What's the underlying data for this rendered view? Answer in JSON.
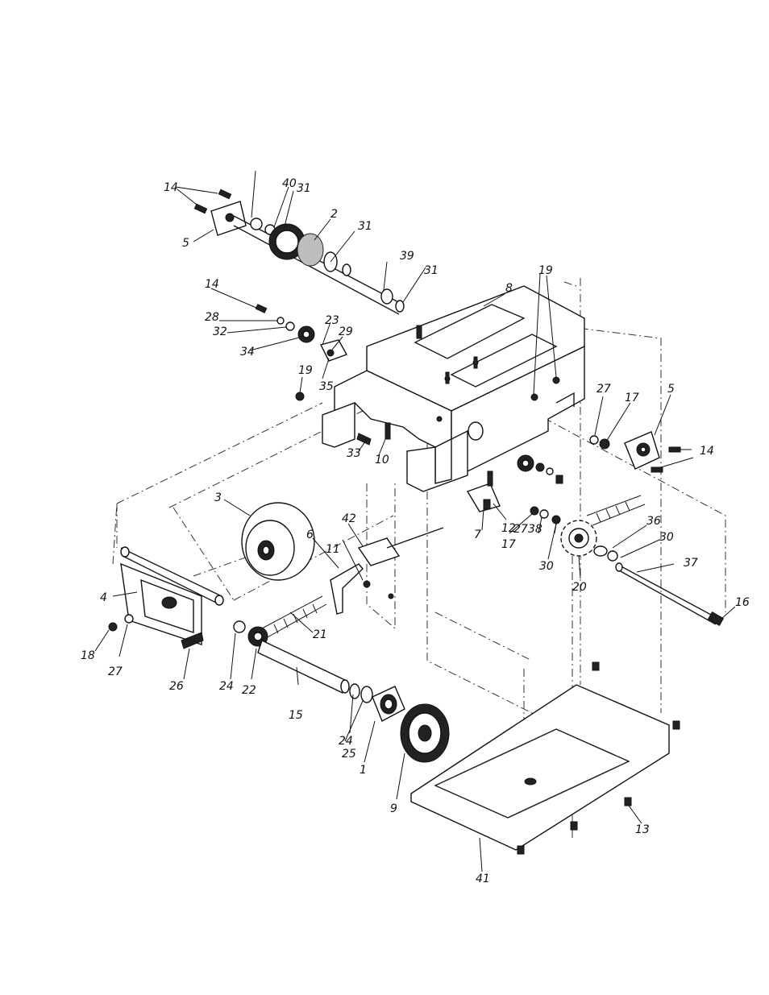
{
  "diagram": {
    "part_labels": [
      "14",
      "40",
      "31",
      "2",
      "31",
      "5",
      "39",
      "31",
      "8",
      "19",
      "14",
      "28",
      "32",
      "23",
      "29",
      "34",
      "19",
      "35",
      "27",
      "17",
      "5",
      "14",
      "33",
      "10",
      "3",
      "42",
      "12",
      "17",
      "27",
      "38",
      "36",
      "30",
      "6",
      "11",
      "7",
      "37",
      "30",
      "20",
      "4",
      "16",
      "18",
      "27",
      "21",
      "26",
      "24",
      "22",
      "15",
      "24",
      "25",
      "1",
      "9",
      "13",
      "41"
    ]
  },
  "colors": {
    "ink": "#111111",
    "paper": "#ffffff"
  }
}
